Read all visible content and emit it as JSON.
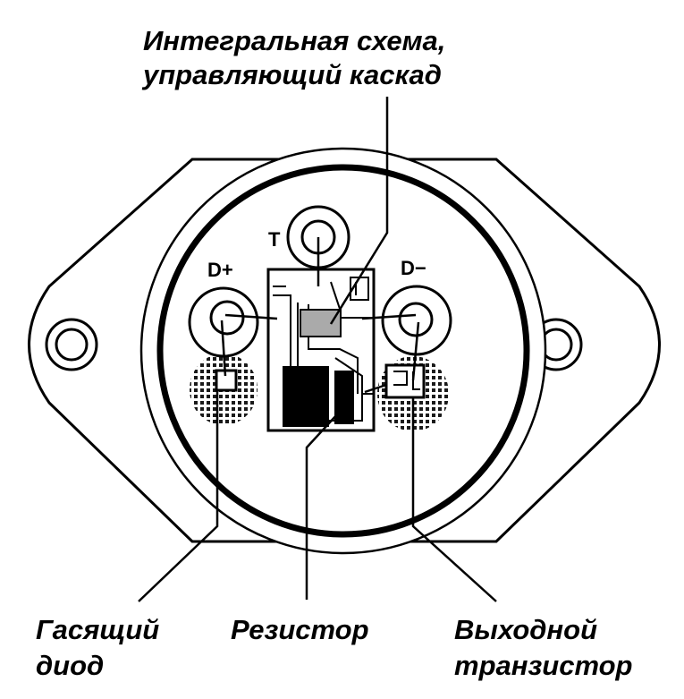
{
  "title": {
    "line1": "Интегральная схема,",
    "line2": "управляющий каскад"
  },
  "pins": {
    "t": "T",
    "d_plus": "D+",
    "d_minus": "D−"
  },
  "labels": {
    "diode_line1": "Гасящий",
    "diode_line2": "диод",
    "resistor": "Резистор",
    "transistor_line1": "Выходной",
    "transistor_line2": "транзистор"
  }
}
